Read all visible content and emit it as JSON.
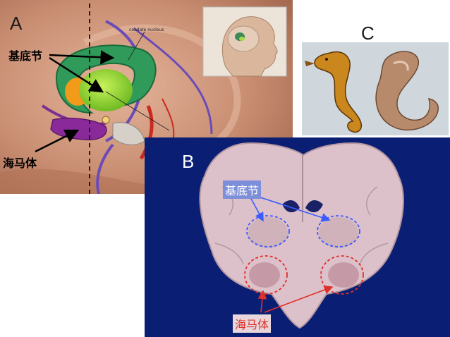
{
  "colors": {
    "panel_a_bg": "#c98e72",
    "panel_b_bg": "#0a1f73",
    "caudate": "#2f9a5a",
    "putamen": "#8fd63a",
    "hippocampus": "#8a2a9a",
    "dashed_outline_blue": "#3b5bff",
    "dashed_outline_red": "#e0302a"
  },
  "panel_a": {
    "letter": "A",
    "top_label": "caudate nucleus",
    "basal_ganglia_label": "基底节",
    "hippocampus_label": "海马体"
  },
  "panel_b": {
    "letter": "B",
    "basal_ganglia_label": "基底节",
    "hippocampus_label": "海马体"
  },
  "panel_c": {
    "letter": "C"
  }
}
